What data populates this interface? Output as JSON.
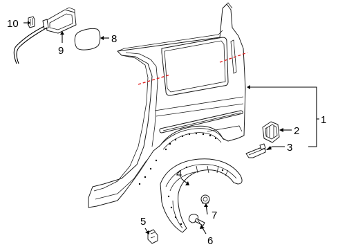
{
  "callouts": [
    {
      "id": "1",
      "text": "1"
    },
    {
      "id": "2",
      "text": "2"
    },
    {
      "id": "3",
      "text": "3"
    },
    {
      "id": "4",
      "text": "4"
    },
    {
      "id": "5",
      "text": "5"
    },
    {
      "id": "6",
      "text": "6"
    },
    {
      "id": "7",
      "text": "7"
    },
    {
      "id": "8",
      "text": "8"
    },
    {
      "id": "9",
      "text": "9"
    },
    {
      "id": "10",
      "text": "10"
    }
  ],
  "colors": {
    "cut_line": "#e02020",
    "line": "#000000"
  }
}
